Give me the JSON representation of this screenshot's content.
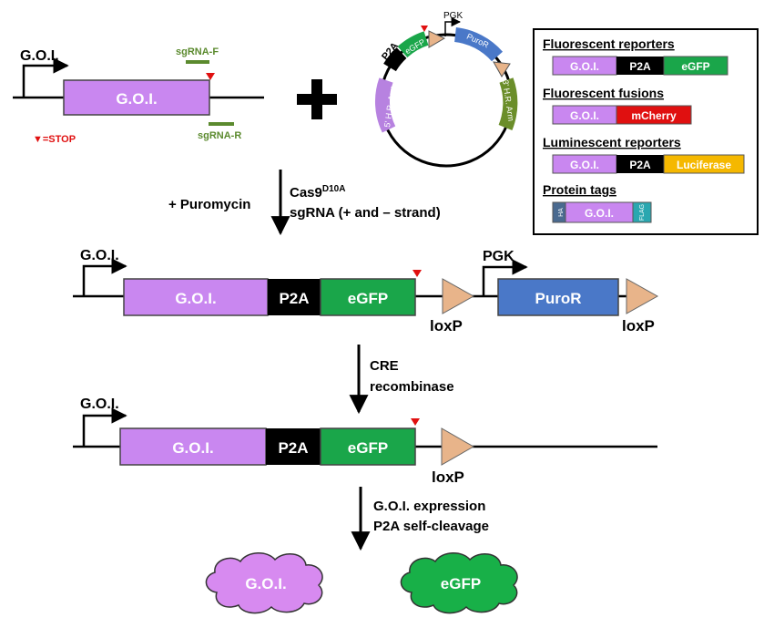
{
  "colors": {
    "goi": "#c987f0",
    "p2a": "#000000",
    "egfp": "#1aa64a",
    "mcherry": "#e01010",
    "luciferase": "#f5b800",
    "puror": "#4a78c8",
    "loxp": "#e8b48a",
    "sgrna": "#5b8a2e",
    "stop": "#e01010",
    "arm": "#6b8e2a",
    "ha": "#4a6a90",
    "flag": "#2aa7b0"
  },
  "top": {
    "goi_promoter": "G.O.I.",
    "goi_box": "G.O.I.",
    "sgrna_f": "sgRNA-F",
    "sgrna_r": "sgRNA-R",
    "stop_legend": "▼=STOP"
  },
  "plasmid": {
    "p2a": "P2A",
    "egfp": "eGFP",
    "pgk": "PGK",
    "puror": "PuroR",
    "arm5": "5' H.R. Arm",
    "arm3": "3' H.R. Arm"
  },
  "legend": {
    "h1": "Fluorescent reporters",
    "r1": [
      "G.O.I.",
      "P2A",
      "eGFP"
    ],
    "h2": "Fluorescent fusions",
    "r2": [
      "G.O.I.",
      "mCherry"
    ],
    "h3": "Luminescent reporters",
    "r3": [
      "G.O.I.",
      "P2A",
      "Luciferase"
    ],
    "h4": "Protein tags",
    "r4": [
      "HA",
      "G.O.I.",
      "FLAG"
    ]
  },
  "step1": {
    "puromycin": "+ Puromycin",
    "cas9": "Cas9",
    "cas9_sup": "D10A",
    "sgrna": "sgRNA (+ and – strand)"
  },
  "construct1": {
    "goi_promoter": "G.O.I.",
    "goi": "G.O.I.",
    "p2a": "P2A",
    "egfp": "eGFP",
    "loxp1": "loxP",
    "pgk": "PGK",
    "puror": "PuroR",
    "loxp2": "loxP"
  },
  "step2": {
    "line1": "CRE",
    "line2": "recombinase"
  },
  "construct2": {
    "goi_promoter": "G.O.I.",
    "goi": "G.O.I.",
    "p2a": "P2A",
    "egfp": "eGFP",
    "loxp": "loxP"
  },
  "step3": {
    "line1": "G.O.I. expression",
    "line2": "P2A self-cleavage"
  },
  "products": {
    "goi": "G.O.I.",
    "egfp": "eGFP"
  }
}
